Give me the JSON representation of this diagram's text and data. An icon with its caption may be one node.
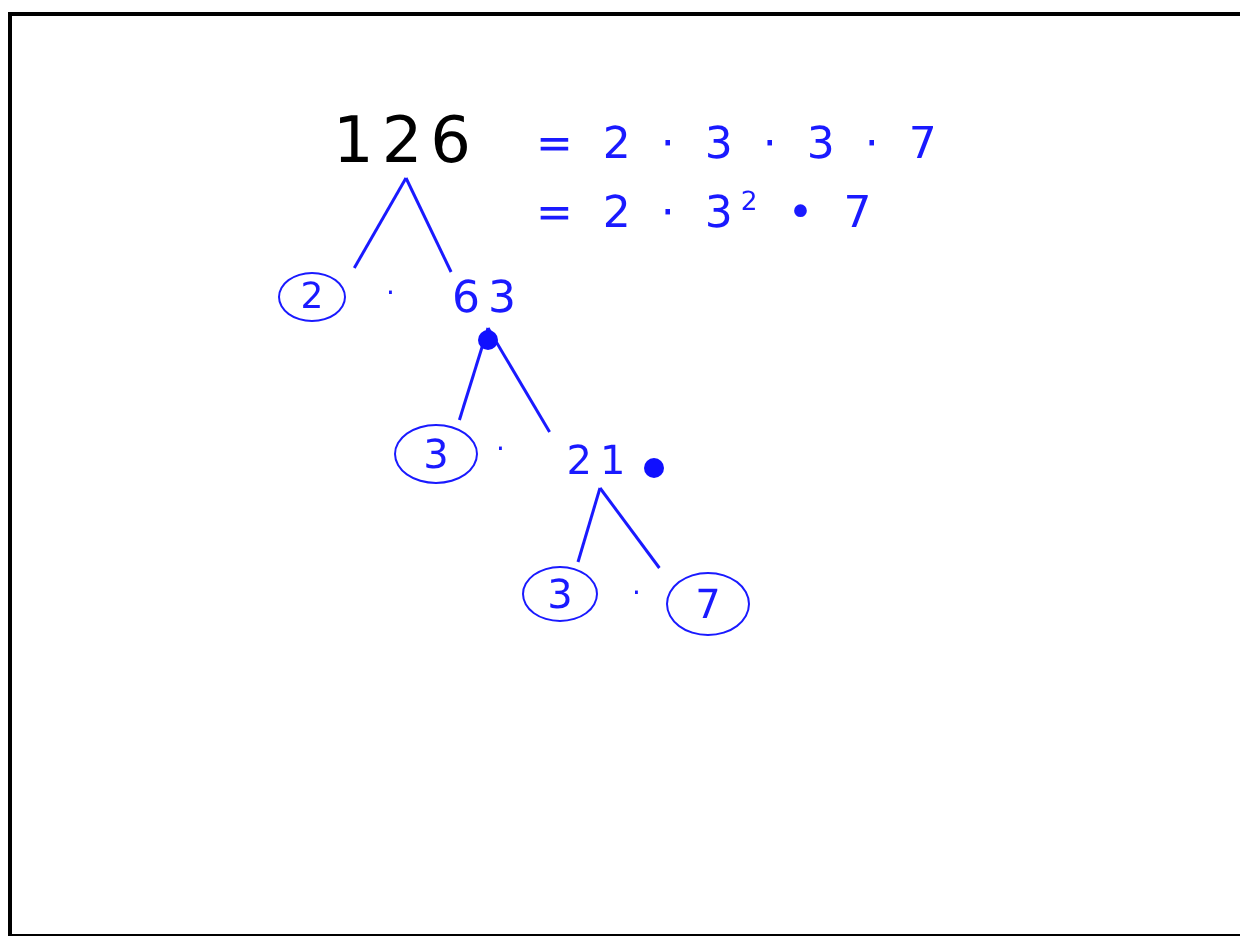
{
  "diagram": {
    "nodes": [
      {
        "text": [
          "126"
        ]
      },
      {
        "text": [
          "2"
        ]
      },
      {
        "text": [
          "63"
        ]
      },
      {
        "text": [
          "3"
        ]
      },
      {
        "text": [
          "21"
        ]
      },
      {
        "text": [
          "3"
        ]
      },
      {
        "text": [
          "7"
        ]
      }
    ],
    "edges": [
      {
        "from": 0,
        "to": 1,
        "arrow": "none"
      },
      {
        "from": 0,
        "to": 2,
        "arrow": "none"
      },
      {
        "from": 2,
        "to": 3,
        "arrow": "none"
      },
      {
        "from": 2,
        "to": 4,
        "arrow": "none"
      },
      {
        "from": 4,
        "to": 5,
        "arrow": "none"
      },
      {
        "from": 4,
        "to": 6,
        "arrow": "none"
      }
    ],
    "labels": [
      "= 2 · 3 · 3 · 7",
      "= 2 · 3$^{2}$ • 7",
      "·",
      "·",
      "·"
    ]
  }
}
